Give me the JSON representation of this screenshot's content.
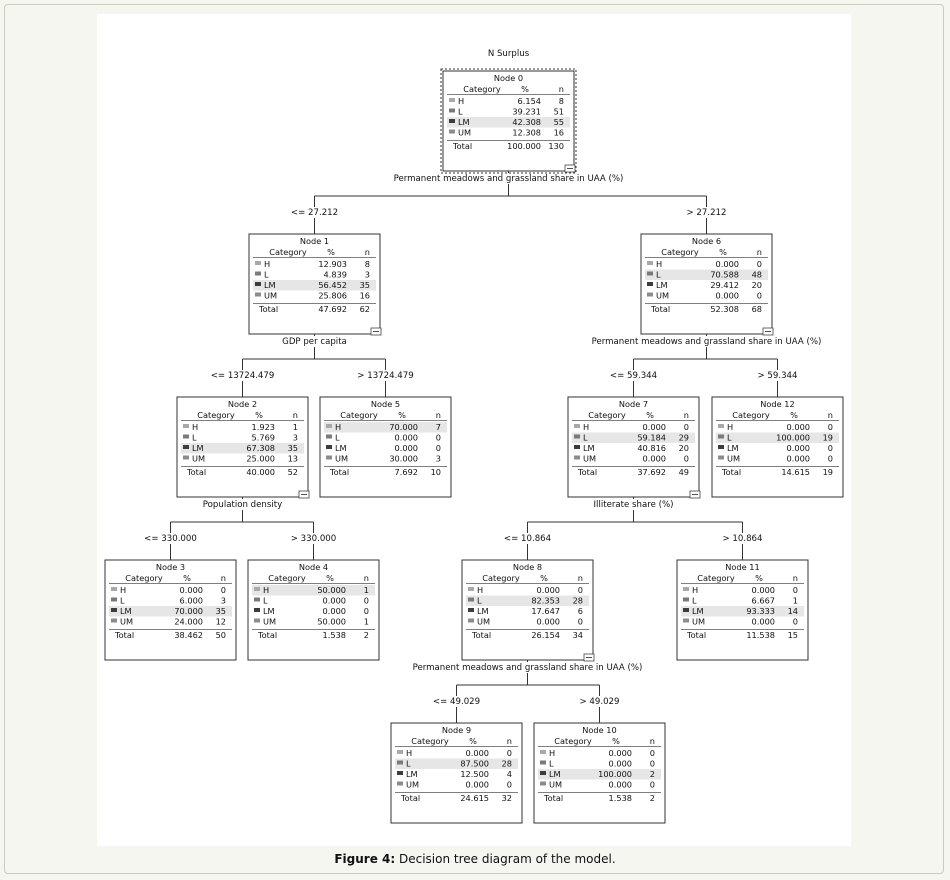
{
  "title": "N Surplus",
  "caption": {
    "prefix": "Figure 4:",
    "text": " Decision tree diagram of the model."
  },
  "header": {
    "category": "Category",
    "pct": "%",
    "n": "n"
  },
  "total_label": "Total",
  "colors": {
    "H": "#a9a9a9",
    "L": "#7a7a7a",
    "LM": "#3c3c3c",
    "UM": "#8c8c8c",
    "highlight": "#e6e6e6"
  },
  "nodes": [
    {
      "id": "0",
      "label": "Node 0",
      "highlight": "LM",
      "rows": [
        {
          "cat": "H",
          "pct": "6.154",
          "n": "8"
        },
        {
          "cat": "L",
          "pct": "39.231",
          "n": "51"
        },
        {
          "cat": "LM",
          "pct": "42.308",
          "n": "55"
        },
        {
          "cat": "UM",
          "pct": "12.308",
          "n": "16"
        }
      ],
      "total": {
        "pct": "100.000",
        "n": "130"
      }
    },
    {
      "id": "1",
      "label": "Node 1",
      "highlight": "LM",
      "rows": [
        {
          "cat": "H",
          "pct": "12.903",
          "n": "8"
        },
        {
          "cat": "L",
          "pct": "4.839",
          "n": "3"
        },
        {
          "cat": "LM",
          "pct": "56.452",
          "n": "35"
        },
        {
          "cat": "UM",
          "pct": "25.806",
          "n": "16"
        }
      ],
      "total": {
        "pct": "47.692",
        "n": "62"
      }
    },
    {
      "id": "6",
      "label": "Node 6",
      "highlight": "L",
      "rows": [
        {
          "cat": "H",
          "pct": "0.000",
          "n": "0"
        },
        {
          "cat": "L",
          "pct": "70.588",
          "n": "48"
        },
        {
          "cat": "LM",
          "pct": "29.412",
          "n": "20"
        },
        {
          "cat": "UM",
          "pct": "0.000",
          "n": "0"
        }
      ],
      "total": {
        "pct": "52.308",
        "n": "68"
      }
    },
    {
      "id": "2",
      "label": "Node 2",
      "highlight": "LM",
      "rows": [
        {
          "cat": "H",
          "pct": "1.923",
          "n": "1"
        },
        {
          "cat": "L",
          "pct": "5.769",
          "n": "3"
        },
        {
          "cat": "LM",
          "pct": "67.308",
          "n": "35"
        },
        {
          "cat": "UM",
          "pct": "25.000",
          "n": "13"
        }
      ],
      "total": {
        "pct": "40.000",
        "n": "52"
      }
    },
    {
      "id": "5",
      "label": "Node 5",
      "highlight": "H",
      "rows": [
        {
          "cat": "H",
          "pct": "70.000",
          "n": "7"
        },
        {
          "cat": "L",
          "pct": "0.000",
          "n": "0"
        },
        {
          "cat": "LM",
          "pct": "0.000",
          "n": "0"
        },
        {
          "cat": "UM",
          "pct": "30.000",
          "n": "3"
        }
      ],
      "total": {
        "pct": "7.692",
        "n": "10"
      }
    },
    {
      "id": "7",
      "label": "Node 7",
      "highlight": "L",
      "rows": [
        {
          "cat": "H",
          "pct": "0.000",
          "n": "0"
        },
        {
          "cat": "L",
          "pct": "59.184",
          "n": "29"
        },
        {
          "cat": "LM",
          "pct": "40.816",
          "n": "20"
        },
        {
          "cat": "UM",
          "pct": "0.000",
          "n": "0"
        }
      ],
      "total": {
        "pct": "37.692",
        "n": "49"
      }
    },
    {
      "id": "12",
      "label": "Node 12",
      "highlight": "L",
      "rows": [
        {
          "cat": "H",
          "pct": "0.000",
          "n": "0"
        },
        {
          "cat": "L",
          "pct": "100.000",
          "n": "19"
        },
        {
          "cat": "LM",
          "pct": "0.000",
          "n": "0"
        },
        {
          "cat": "UM",
          "pct": "0.000",
          "n": "0"
        }
      ],
      "total": {
        "pct": "14.615",
        "n": "19"
      }
    },
    {
      "id": "3",
      "label": "Node 3",
      "highlight": "LM",
      "rows": [
        {
          "cat": "H",
          "pct": "0.000",
          "n": "0"
        },
        {
          "cat": "L",
          "pct": "6.000",
          "n": "3"
        },
        {
          "cat": "LM",
          "pct": "70.000",
          "n": "35"
        },
        {
          "cat": "UM",
          "pct": "24.000",
          "n": "12"
        }
      ],
      "total": {
        "pct": "38.462",
        "n": "50"
      }
    },
    {
      "id": "4",
      "label": "Node 4",
      "highlight": "H",
      "rows": [
        {
          "cat": "H",
          "pct": "50.000",
          "n": "1"
        },
        {
          "cat": "L",
          "pct": "0.000",
          "n": "0"
        },
        {
          "cat": "LM",
          "pct": "0.000",
          "n": "0"
        },
        {
          "cat": "UM",
          "pct": "50.000",
          "n": "1"
        }
      ],
      "total": {
        "pct": "1.538",
        "n": "2"
      }
    },
    {
      "id": "8",
      "label": "Node 8",
      "highlight": "L",
      "rows": [
        {
          "cat": "H",
          "pct": "0.000",
          "n": "0"
        },
        {
          "cat": "L",
          "pct": "82.353",
          "n": "28"
        },
        {
          "cat": "LM",
          "pct": "17.647",
          "n": "6"
        },
        {
          "cat": "UM",
          "pct": "0.000",
          "n": "0"
        }
      ],
      "total": {
        "pct": "26.154",
        "n": "34"
      }
    },
    {
      "id": "11",
      "label": "Node 11",
      "highlight": "LM",
      "rows": [
        {
          "cat": "H",
          "pct": "0.000",
          "n": "0"
        },
        {
          "cat": "L",
          "pct": "6.667",
          "n": "1"
        },
        {
          "cat": "LM",
          "pct": "93.333",
          "n": "14"
        },
        {
          "cat": "UM",
          "pct": "0.000",
          "n": "0"
        }
      ],
      "total": {
        "pct": "11.538",
        "n": "15"
      }
    },
    {
      "id": "9",
      "label": "Node 9",
      "highlight": "L",
      "rows": [
        {
          "cat": "H",
          "pct": "0.000",
          "n": "0"
        },
        {
          "cat": "L",
          "pct": "87.500",
          "n": "28"
        },
        {
          "cat": "LM",
          "pct": "12.500",
          "n": "4"
        },
        {
          "cat": "UM",
          "pct": "0.000",
          "n": "0"
        }
      ],
      "total": {
        "pct": "24.615",
        "n": "32"
      }
    },
    {
      "id": "10",
      "label": "Node 10",
      "highlight": "LM",
      "rows": [
        {
          "cat": "H",
          "pct": "0.000",
          "n": "0"
        },
        {
          "cat": "L",
          "pct": "0.000",
          "n": "0"
        },
        {
          "cat": "LM",
          "pct": "100.000",
          "n": "2"
        },
        {
          "cat": "UM",
          "pct": "0.000",
          "n": "0"
        }
      ],
      "total": {
        "pct": "1.538",
        "n": "2"
      }
    }
  ],
  "splits": [
    {
      "parent": "0",
      "variable": "Permanent meadows and grassland share in UAA (%)",
      "branches": [
        {
          "label": "<= 27.212",
          "child": "1"
        },
        {
          "label": "> 27.212",
          "child": "6"
        }
      ]
    },
    {
      "parent": "1",
      "variable": "GDP per capita",
      "branches": [
        {
          "label": "<= 13724.479",
          "child": "2"
        },
        {
          "label": "> 13724.479",
          "child": "5"
        }
      ]
    },
    {
      "parent": "6",
      "variable": "Permanent meadows and grassland share in UAA (%)",
      "branches": [
        {
          "label": "<= 59.344",
          "child": "7"
        },
        {
          "label": "> 59.344",
          "child": "12"
        }
      ]
    },
    {
      "parent": "2",
      "variable": "Population density",
      "branches": [
        {
          "label": "<= 330.000",
          "child": "3"
        },
        {
          "label": "> 330.000",
          "child": "4"
        }
      ]
    },
    {
      "parent": "7",
      "variable": "Illiterate share (%)",
      "branches": [
        {
          "label": "<= 10.864",
          "child": "8"
        },
        {
          "label": "> 10.864",
          "child": "11"
        }
      ]
    },
    {
      "parent": "8",
      "variable": "Permanent meadows and grassland share in UAA (%)",
      "branches": [
        {
          "label": "<= 49.029",
          "child": "9"
        },
        {
          "label": "> 49.029",
          "child": "10"
        }
      ]
    }
  ]
}
